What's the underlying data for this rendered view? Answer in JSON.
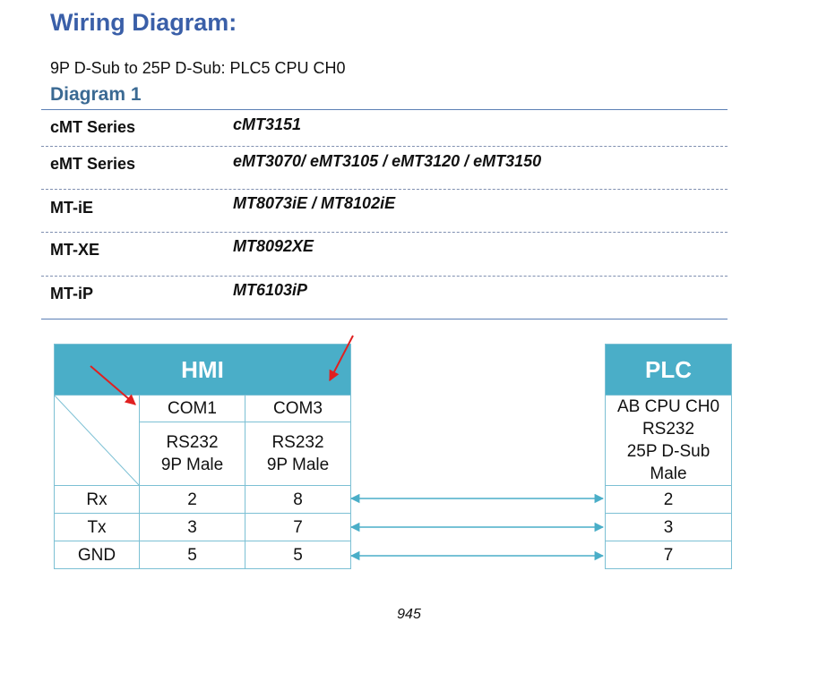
{
  "page": {
    "title": "Wiring Diagram:",
    "subtitle": "9P D-Sub to 25P D-Sub: PLC5 CPU CH0",
    "diagram_heading": "Diagram 1",
    "page_number": "945"
  },
  "models": [
    {
      "series": "cMT Series",
      "models": "cMT3151"
    },
    {
      "series": "eMT Series",
      "models": "eMT3070/ eMT3105 / eMT3120 / eMT3150"
    },
    {
      "series": "MT-iE",
      "models": "MT8073iE / MT8102iE"
    },
    {
      "series": "MT-XE",
      "models": "MT8092XE"
    },
    {
      "series": "MT-iP",
      "models": "MT6103iP"
    }
  ],
  "hmi": {
    "header": "HMI",
    "ports": [
      {
        "name": "COM1",
        "spec_line1": "RS232",
        "spec_line2": "9P Male"
      },
      {
        "name": "COM3",
        "spec_line1": "RS232",
        "spec_line2": "9P Male"
      }
    ],
    "rows": [
      {
        "signal": "Rx",
        "com1": "2",
        "com3": "8"
      },
      {
        "signal": "Tx",
        "com1": "3",
        "com3": "7"
      },
      {
        "signal": "GND",
        "com1": "5",
        "com3": "5"
      }
    ]
  },
  "plc": {
    "header": "PLC",
    "spec_line1": "AB CPU CH0",
    "spec_line2": "RS232",
    "spec_line3": "25P D-Sub",
    "spec_line4": "Male",
    "pins": [
      "2",
      "3",
      "7"
    ]
  },
  "colors": {
    "title": "#3a5fa8",
    "heading": "#3b6a93",
    "table_header": "#4aaec8",
    "table_border": "#7cc0d4",
    "connector": "#4aaec8",
    "annotation_arrow": "#e02020"
  }
}
